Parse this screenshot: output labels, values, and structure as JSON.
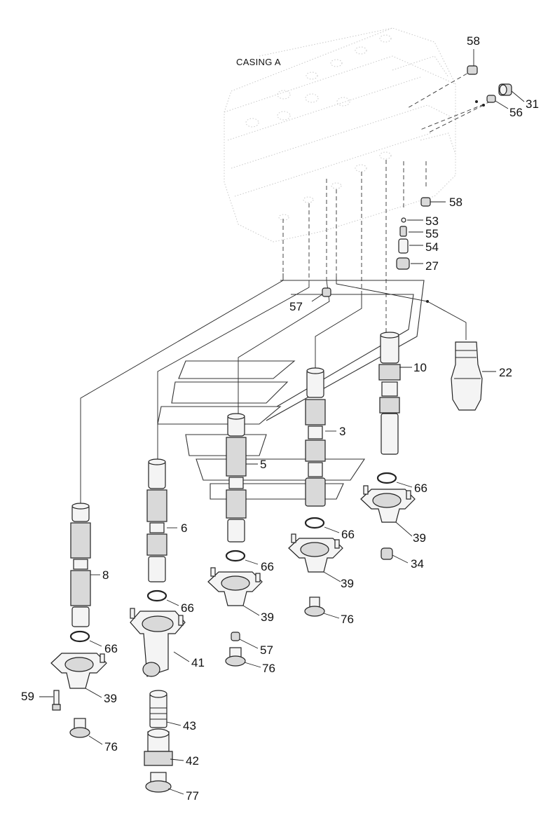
{
  "drawing": {
    "title": "CASING A",
    "callouts": [
      {
        "id": "c58a",
        "text": "58"
      },
      {
        "id": "c31",
        "text": "31"
      },
      {
        "id": "c56",
        "text": "56"
      },
      {
        "id": "c58b",
        "text": "58"
      },
      {
        "id": "c53",
        "text": "53"
      },
      {
        "id": "c55",
        "text": "55"
      },
      {
        "id": "c54",
        "text": "54"
      },
      {
        "id": "c27",
        "text": "27"
      },
      {
        "id": "c57a",
        "text": "57"
      },
      {
        "id": "c22",
        "text": "22"
      },
      {
        "id": "c10",
        "text": "10"
      },
      {
        "id": "c3",
        "text": "3"
      },
      {
        "id": "c5",
        "text": "5"
      },
      {
        "id": "c66a",
        "text": "66"
      },
      {
        "id": "c39a",
        "text": "39"
      },
      {
        "id": "c34",
        "text": "34"
      },
      {
        "id": "c66b",
        "text": "66"
      },
      {
        "id": "c6",
        "text": "6"
      },
      {
        "id": "c39b",
        "text": "39"
      },
      {
        "id": "c76a",
        "text": "76"
      },
      {
        "id": "c66c",
        "text": "66"
      },
      {
        "id": "c39c",
        "text": "39"
      },
      {
        "id": "c8",
        "text": "8"
      },
      {
        "id": "c66d",
        "text": "66"
      },
      {
        "id": "c57b",
        "text": "57"
      },
      {
        "id": "c76b",
        "text": "76"
      },
      {
        "id": "c66e",
        "text": "66"
      },
      {
        "id": "c41",
        "text": "41"
      },
      {
        "id": "c39d",
        "text": "39"
      },
      {
        "id": "c59",
        "text": "59"
      },
      {
        "id": "c43",
        "text": "43"
      },
      {
        "id": "c76c",
        "text": "76"
      },
      {
        "id": "c42",
        "text": "42"
      },
      {
        "id": "c77",
        "text": "77"
      }
    ]
  }
}
